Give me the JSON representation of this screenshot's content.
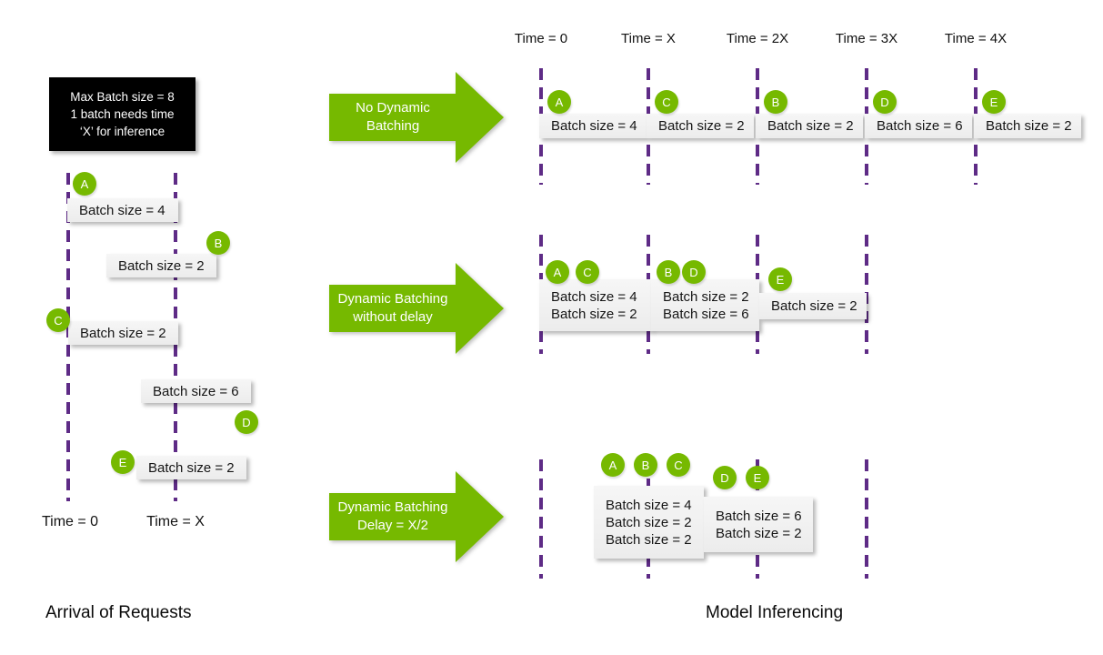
{
  "titles": {
    "left": "Arrival of Requests",
    "right": "Model Inferencing"
  },
  "info_box": {
    "line1": "Max Batch size = 8",
    "line2": "1 batch needs time",
    "line3": "‘X’ for inference"
  },
  "left_timeline": {
    "time0": "Time = 0",
    "timeX": "Time = X",
    "requests": [
      {
        "id": "A",
        "label": "Batch size = 4"
      },
      {
        "id": "B",
        "label": "Batch size = 2"
      },
      {
        "id": "C",
        "label": "Batch size = 2"
      },
      {
        "id": "D",
        "label": "Batch size = 6"
      },
      {
        "id": "E",
        "label": "Batch size = 2"
      }
    ]
  },
  "right_timeline": {
    "time_labels": [
      "Time = 0",
      "Time = X",
      "Time = 2X",
      "Time = 3X",
      "Time = 4X"
    ],
    "rows": [
      {
        "arrow_line1": "No Dynamic",
        "arrow_line2": "Batching",
        "batches": [
          {
            "ids": [
              "A"
            ],
            "lines": [
              "Batch size = 4"
            ]
          },
          {
            "ids": [
              "C"
            ],
            "lines": [
              "Batch size = 2"
            ]
          },
          {
            "ids": [
              "B"
            ],
            "lines": [
              "Batch size = 2"
            ]
          },
          {
            "ids": [
              "D"
            ],
            "lines": [
              "Batch size = 6"
            ]
          },
          {
            "ids": [
              "E"
            ],
            "lines": [
              "Batch size = 2"
            ]
          }
        ]
      },
      {
        "arrow_line1": "Dynamic Batching",
        "arrow_line2": "without delay",
        "batches": [
          {
            "ids": [
              "A",
              "C"
            ],
            "lines": [
              "Batch size = 4",
              "Batch size = 2"
            ]
          },
          {
            "ids": [
              "B",
              "D"
            ],
            "lines": [
              "Batch size = 2",
              "Batch size = 6"
            ]
          },
          {
            "ids": [
              "E"
            ],
            "lines": [
              "Batch size = 2"
            ]
          }
        ]
      },
      {
        "arrow_line1": "Dynamic Batching",
        "arrow_line2": "Delay = X/2",
        "batches": [
          {
            "ids": [
              "A",
              "B",
              "C"
            ],
            "lines": [
              "Batch size = 4",
              "Batch size = 2",
              "Batch size = 2"
            ]
          },
          {
            "ids": [
              "D",
              "E"
            ],
            "lines": [
              "Batch size = 6",
              "Batch size = 2"
            ]
          }
        ]
      }
    ]
  },
  "colors": {
    "accent_green": "#76b900",
    "timeline_purple": "#5e2b86",
    "batch_box_bg": "#f1f1f1",
    "info_box_bg": "#000000"
  }
}
